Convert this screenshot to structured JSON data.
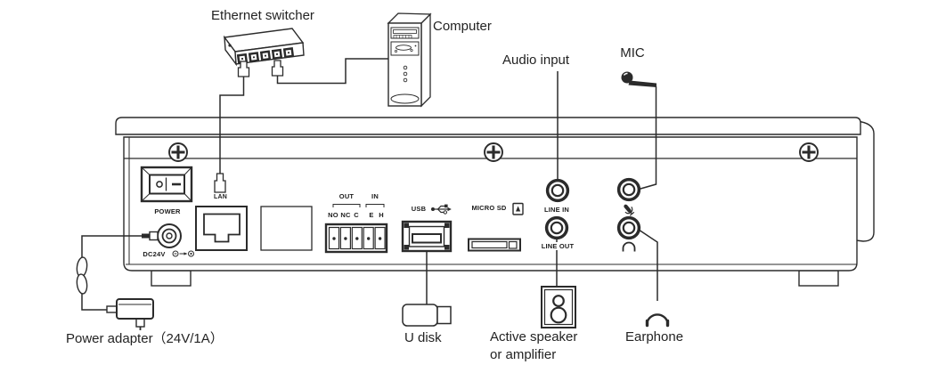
{
  "diagram": {
    "title_context": "Rear panel connection diagram",
    "colors": {
      "line": "#2b2b2b",
      "background": "#ffffff"
    },
    "peripherals": {
      "ethernet_switcher": {
        "label": "Ethernet switcher"
      },
      "computer": {
        "label": "Computer"
      },
      "audio_input": {
        "label": "Audio input"
      },
      "mic": {
        "label": "MIC"
      },
      "power_adapter": {
        "label": "Power adapter（24V/1A）"
      },
      "u_disk": {
        "label": "U disk"
      },
      "active_speaker": {
        "label_line1": "Active speaker",
        "label_line2": "or amplifier"
      },
      "earphone": {
        "label": "Earphone"
      }
    },
    "panel": {
      "power_switch_label": "POWER",
      "dc_label": "DC24V",
      "lan_label": "LAN",
      "relay": {
        "out_label": "OUT",
        "in_label": "IN",
        "terminals": [
          "NO",
          "NC",
          "C",
          "E",
          "H"
        ]
      },
      "usb_label": "USB",
      "micro_sd_label": "MICRO SD",
      "line_in_label": "LINE IN",
      "line_out_label": "LINE OUT"
    },
    "icons": {
      "ethernet_switcher": "network-switch-box",
      "computer": "tower-pc",
      "mic": "microphone",
      "headphone": "headphones-arc",
      "usb": "usb-trident",
      "sd_card": "sd-card",
      "polarity": "center-positive-dc-polarity",
      "speaker": "active-speaker-box",
      "u_disk": "usb-flash-drive",
      "power_adapter": "wall-adapter",
      "screw": "phillips-screw"
    }
  }
}
